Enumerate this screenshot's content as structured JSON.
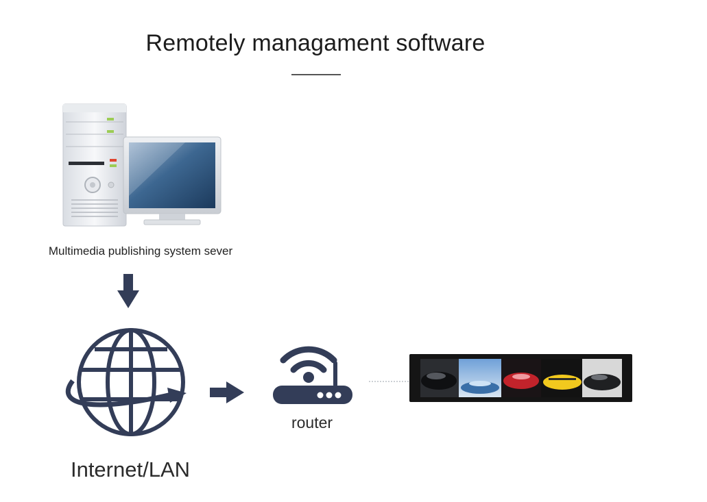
{
  "title": "Remotely managament software",
  "server_caption": "Multimedia publishing system sever",
  "internet_label": "Internet/LAN",
  "router_label": "router",
  "colors": {
    "icon_navy": "#333d58",
    "title_rule": "#555555",
    "display_frame": "#151515",
    "connector": "#9aa0a8"
  },
  "icons": [
    "server-computer-icon",
    "arrow-down-icon",
    "globe-icon",
    "arrow-right-icon",
    "wifi-router-icon",
    "stretched-display-icon"
  ]
}
